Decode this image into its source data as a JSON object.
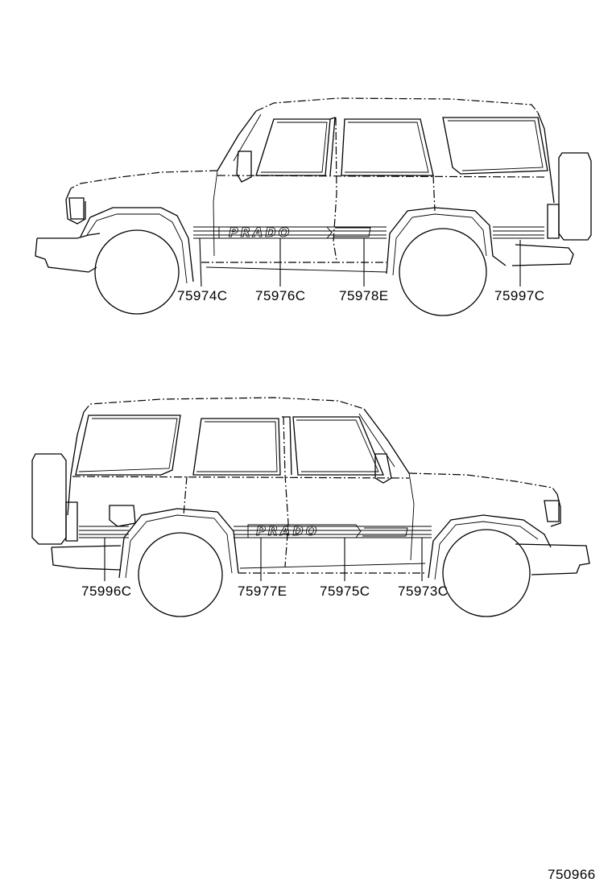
{
  "diagram": {
    "upper_view": {
      "callouts": [
        "75974C",
        "75976C",
        "75978E",
        "75997C"
      ],
      "badge": "PRADO"
    },
    "lower_view": {
      "callouts": [
        "75996C",
        "75977E",
        "75975C",
        "75973C"
      ],
      "badge": "PRADO"
    },
    "reference_number": "750966"
  }
}
